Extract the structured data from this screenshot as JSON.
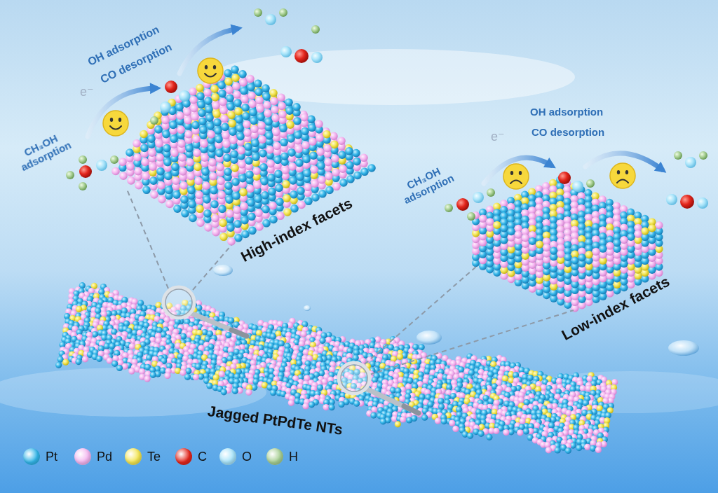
{
  "diagram": {
    "labels": [
      "OH adsorption",
      "CO desorption",
      "e⁻",
      "CH₃OH adsorption",
      "High-index facets",
      "OH adsorption",
      "CO desorption",
      "e⁻",
      "CH₃OH adsorption",
      "Low-index facets",
      "Jagged PtPdTe NTs"
    ],
    "legend": [
      {
        "text": "Pt",
        "color": "#33b5e8"
      },
      {
        "text": "Pd",
        "color": "#f4b6f0"
      },
      {
        "text": "Te",
        "color": "#f3e552"
      },
      {
        "text": "C",
        "color": "#e3261c"
      },
      {
        "text": "O",
        "color": "#a8e4fa"
      },
      {
        "text": "H",
        "color": "#a7cf93"
      }
    ]
  }
}
